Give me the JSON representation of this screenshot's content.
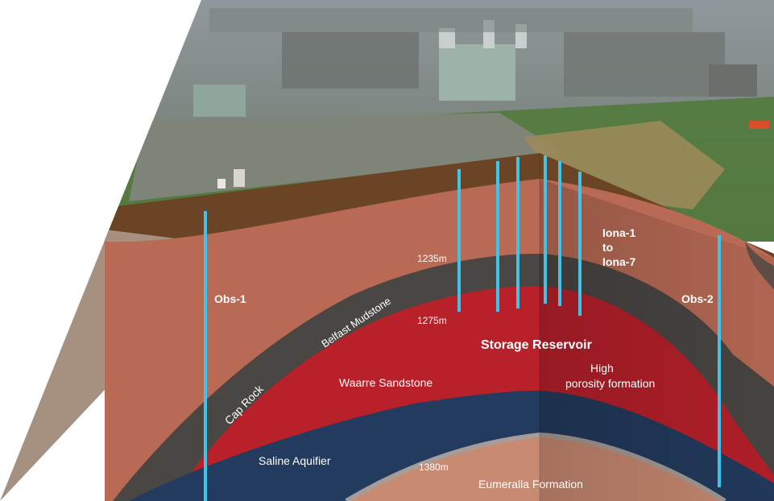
{
  "labels": {
    "obs1": "Obs-1",
    "obs2": "Obs-2",
    "iona_line1": "Iona-1",
    "iona_line2": "to",
    "iona_line3": "Iona-7",
    "depth_1235": "1235m",
    "depth_1275": "1275m",
    "depth_1380": "1380m",
    "belfast_mudstone": "Belfast Mudstone",
    "cap_rock": "Cap Rock",
    "storage_reservoir": "Storage Reservoir",
    "high_porosity_line1": "High",
    "high_porosity_line2": "porosity formation",
    "waarre_sandstone": "Waarre Sandstone",
    "saline_aquifier": "Saline Aquifier",
    "eumeralla_formation": "Eumeralla Formation"
  },
  "colors": {
    "sky": "#9aa3a8",
    "plant_ground": "#6f7a64",
    "grass": "#4f7a3a",
    "topsoil": "#6b4425",
    "overburden": "#b86a55",
    "mudstone_band": "#4a4643",
    "reservoir": "#b8202a",
    "saline": "#233b5e",
    "eumeralla": "#c98a72",
    "well": "#3fc3e8",
    "label": "#ffffff"
  },
  "wells": {
    "observation": [
      "Obs-1",
      "Obs-2"
    ],
    "injection_range": "Iona-1 to Iona-7"
  }
}
